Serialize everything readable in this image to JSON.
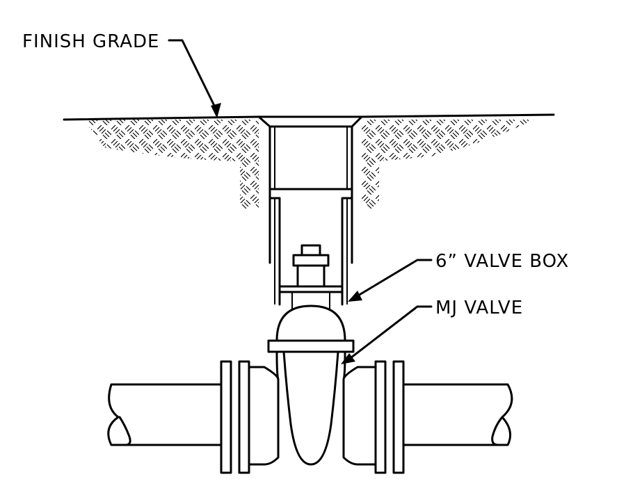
{
  "labels": {
    "finish_grade": "FINISH GRADE",
    "valve_box": "6” VALVE BOX",
    "mj_valve": "MJ VALVE"
  }
}
